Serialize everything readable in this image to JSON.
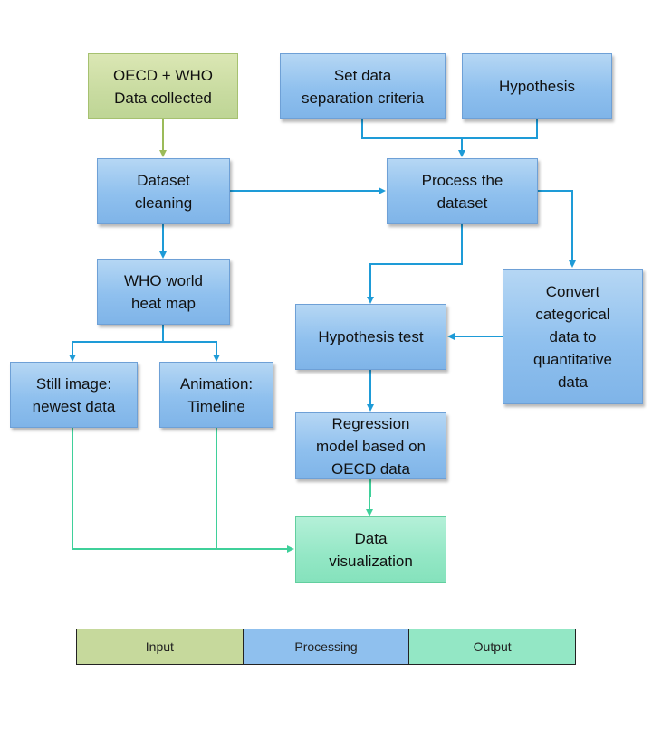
{
  "nodes": {
    "data_collected": "OECD + WHO\nData collected",
    "separation_criteria": "Set data\nseparation criteria",
    "hypothesis": "Hypothesis",
    "dataset_cleaning": "Dataset\ncleaning",
    "process_dataset": "Process the\ndataset",
    "heat_map": "WHO world\nheat map",
    "convert_data": "Convert\ncategorical\ndata to\nquantitative\ndata",
    "hypothesis_test": "Hypothesis test",
    "still_image": "Still image:\nnewest data",
    "animation": "Animation:\nTimeline",
    "regression_model": "Regression\nmodel based on\nOECD data",
    "data_visualization": "Data\nvisualization"
  },
  "legend": {
    "input": "Input",
    "processing": "Processing",
    "output": "Output"
  },
  "colors": {
    "input": "#c6d99c",
    "processing": "#8fc0ee",
    "output": "#93e7c5",
    "arrow_blue": "#1e9bd7",
    "arrow_green": "#9bbb59",
    "arrow_teal": "#3fd09a"
  }
}
